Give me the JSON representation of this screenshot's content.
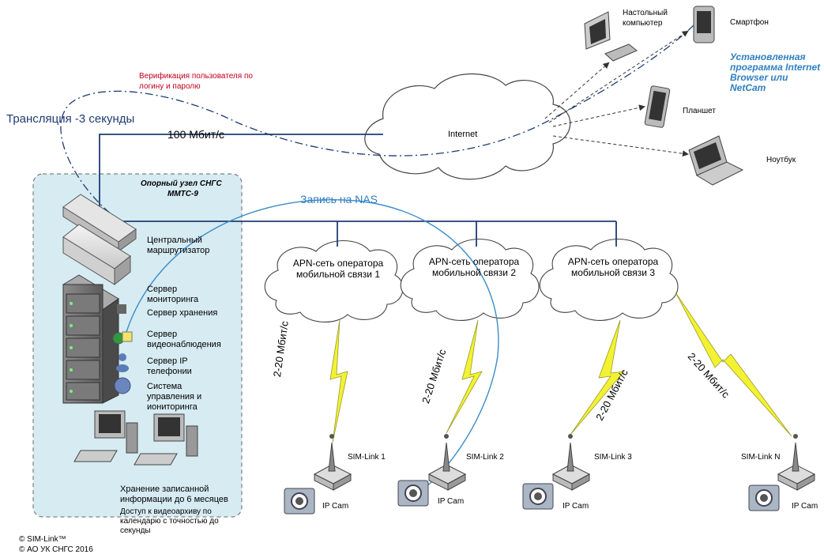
{
  "hub": {
    "title": "Опорный узел СНГС",
    "subtitle": "ММТС-9",
    "router": "Центральный маршрутизатор",
    "server_monitoring": "Сервер мониторинга",
    "server_storage": "Сервер хранения",
    "server_video": "Сервер видеонаблюдения",
    "server_ip": "Сервер IP телефонии",
    "system_mgmt": "Система управления и иониторинга"
  },
  "links": {
    "verification": "Верификация пользователя по логину и паролю",
    "broadcast": "Трансляция -3 секунды",
    "speed_100": "100 Мбит/с",
    "nas": "Запись на NAS",
    "speed_2_20": "2-20 Мбит/с"
  },
  "internet": "Internet",
  "clients": {
    "desktop": "Настольный компьютер",
    "smartphone": "Смартфон",
    "tablet": "Планшет",
    "laptop": "Ноутбук",
    "app_note": "Установленная программа Internet Browser или NetCam"
  },
  "apn": [
    {
      "label": "APN-сеть оператора мобильной связи 1"
    },
    {
      "label": "APN-сеть оператора мобильной связи 2"
    },
    {
      "label": "APN-сеть оператора мобильной связи 3"
    }
  ],
  "sim": [
    {
      "label": "SIM-Link 1"
    },
    {
      "label": "SIM-Link 2"
    },
    {
      "label": "SIM-Link 3"
    },
    {
      "label": "SIM-Link N"
    }
  ],
  "ipcam": "IP Cam",
  "storage_note": "Хранение записанной информации до 6 месяцев",
  "archive_note": "Доступ к видеоархиву по календарю с точностью до секунды",
  "copyright": {
    "line1": "© SIM-Link™",
    "line2": "© АО УК СНГС 2016"
  }
}
